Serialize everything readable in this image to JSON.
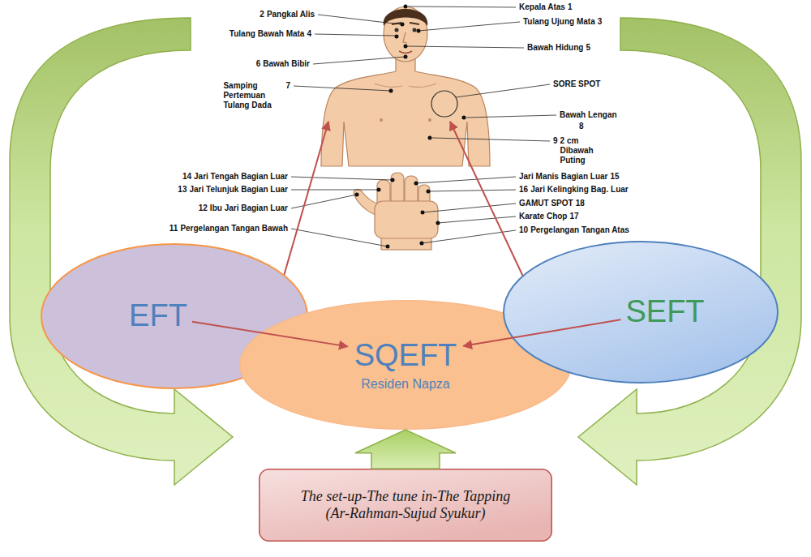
{
  "diagram": {
    "nodes": [
      {
        "text": [
          "EFT"
        ]
      },
      {
        "text": [
          "SQEFT",
          "Residen Napza"
        ]
      },
      {
        "text": [
          "SEFT"
        ]
      },
      {
        "text": [
          "The set-up-The tune in-The Tapping (Ar-Rahman-Sujud Syukur)"
        ]
      }
    ],
    "edges": [
      {
        "from": 0,
        "to": 1,
        "arrow": "to"
      },
      {
        "from": 2,
        "to": 1,
        "arrow": "to"
      },
      {
        "from": 3,
        "to": 1,
        "arrow": "to"
      }
    ],
    "labels": [
      "Kepala Atas",
      "1",
      "2",
      "Pangkal Alis",
      "Tulang Ujung Mata",
      "3",
      "Tulang Bawah Mata",
      "4",
      "Bawah Hidung",
      "5",
      "6",
      "Bawah Bibir",
      "Samping Pertemuan Tulang Dada",
      "7",
      "SORE SPOT",
      "Bawah Lengan",
      "8",
      "9",
      "2 cm Dibawah Puting",
      "14",
      "Jari Tengah Bagian Luar",
      "Jari Manis Bagian Luar",
      "15",
      "13",
      "Jari Telunjuk Bagian Luar",
      "16",
      "Jari Kelingking Bag. Luar",
      "12",
      "Ibu Jari Bagian Luar",
      "GAMUT SPOT",
      "18",
      "Karate Chop",
      "17",
      "11",
      "Pergelangan Tangan Bawah",
      "10",
      "Pergelangan Tangan Atas"
    ]
  }
}
